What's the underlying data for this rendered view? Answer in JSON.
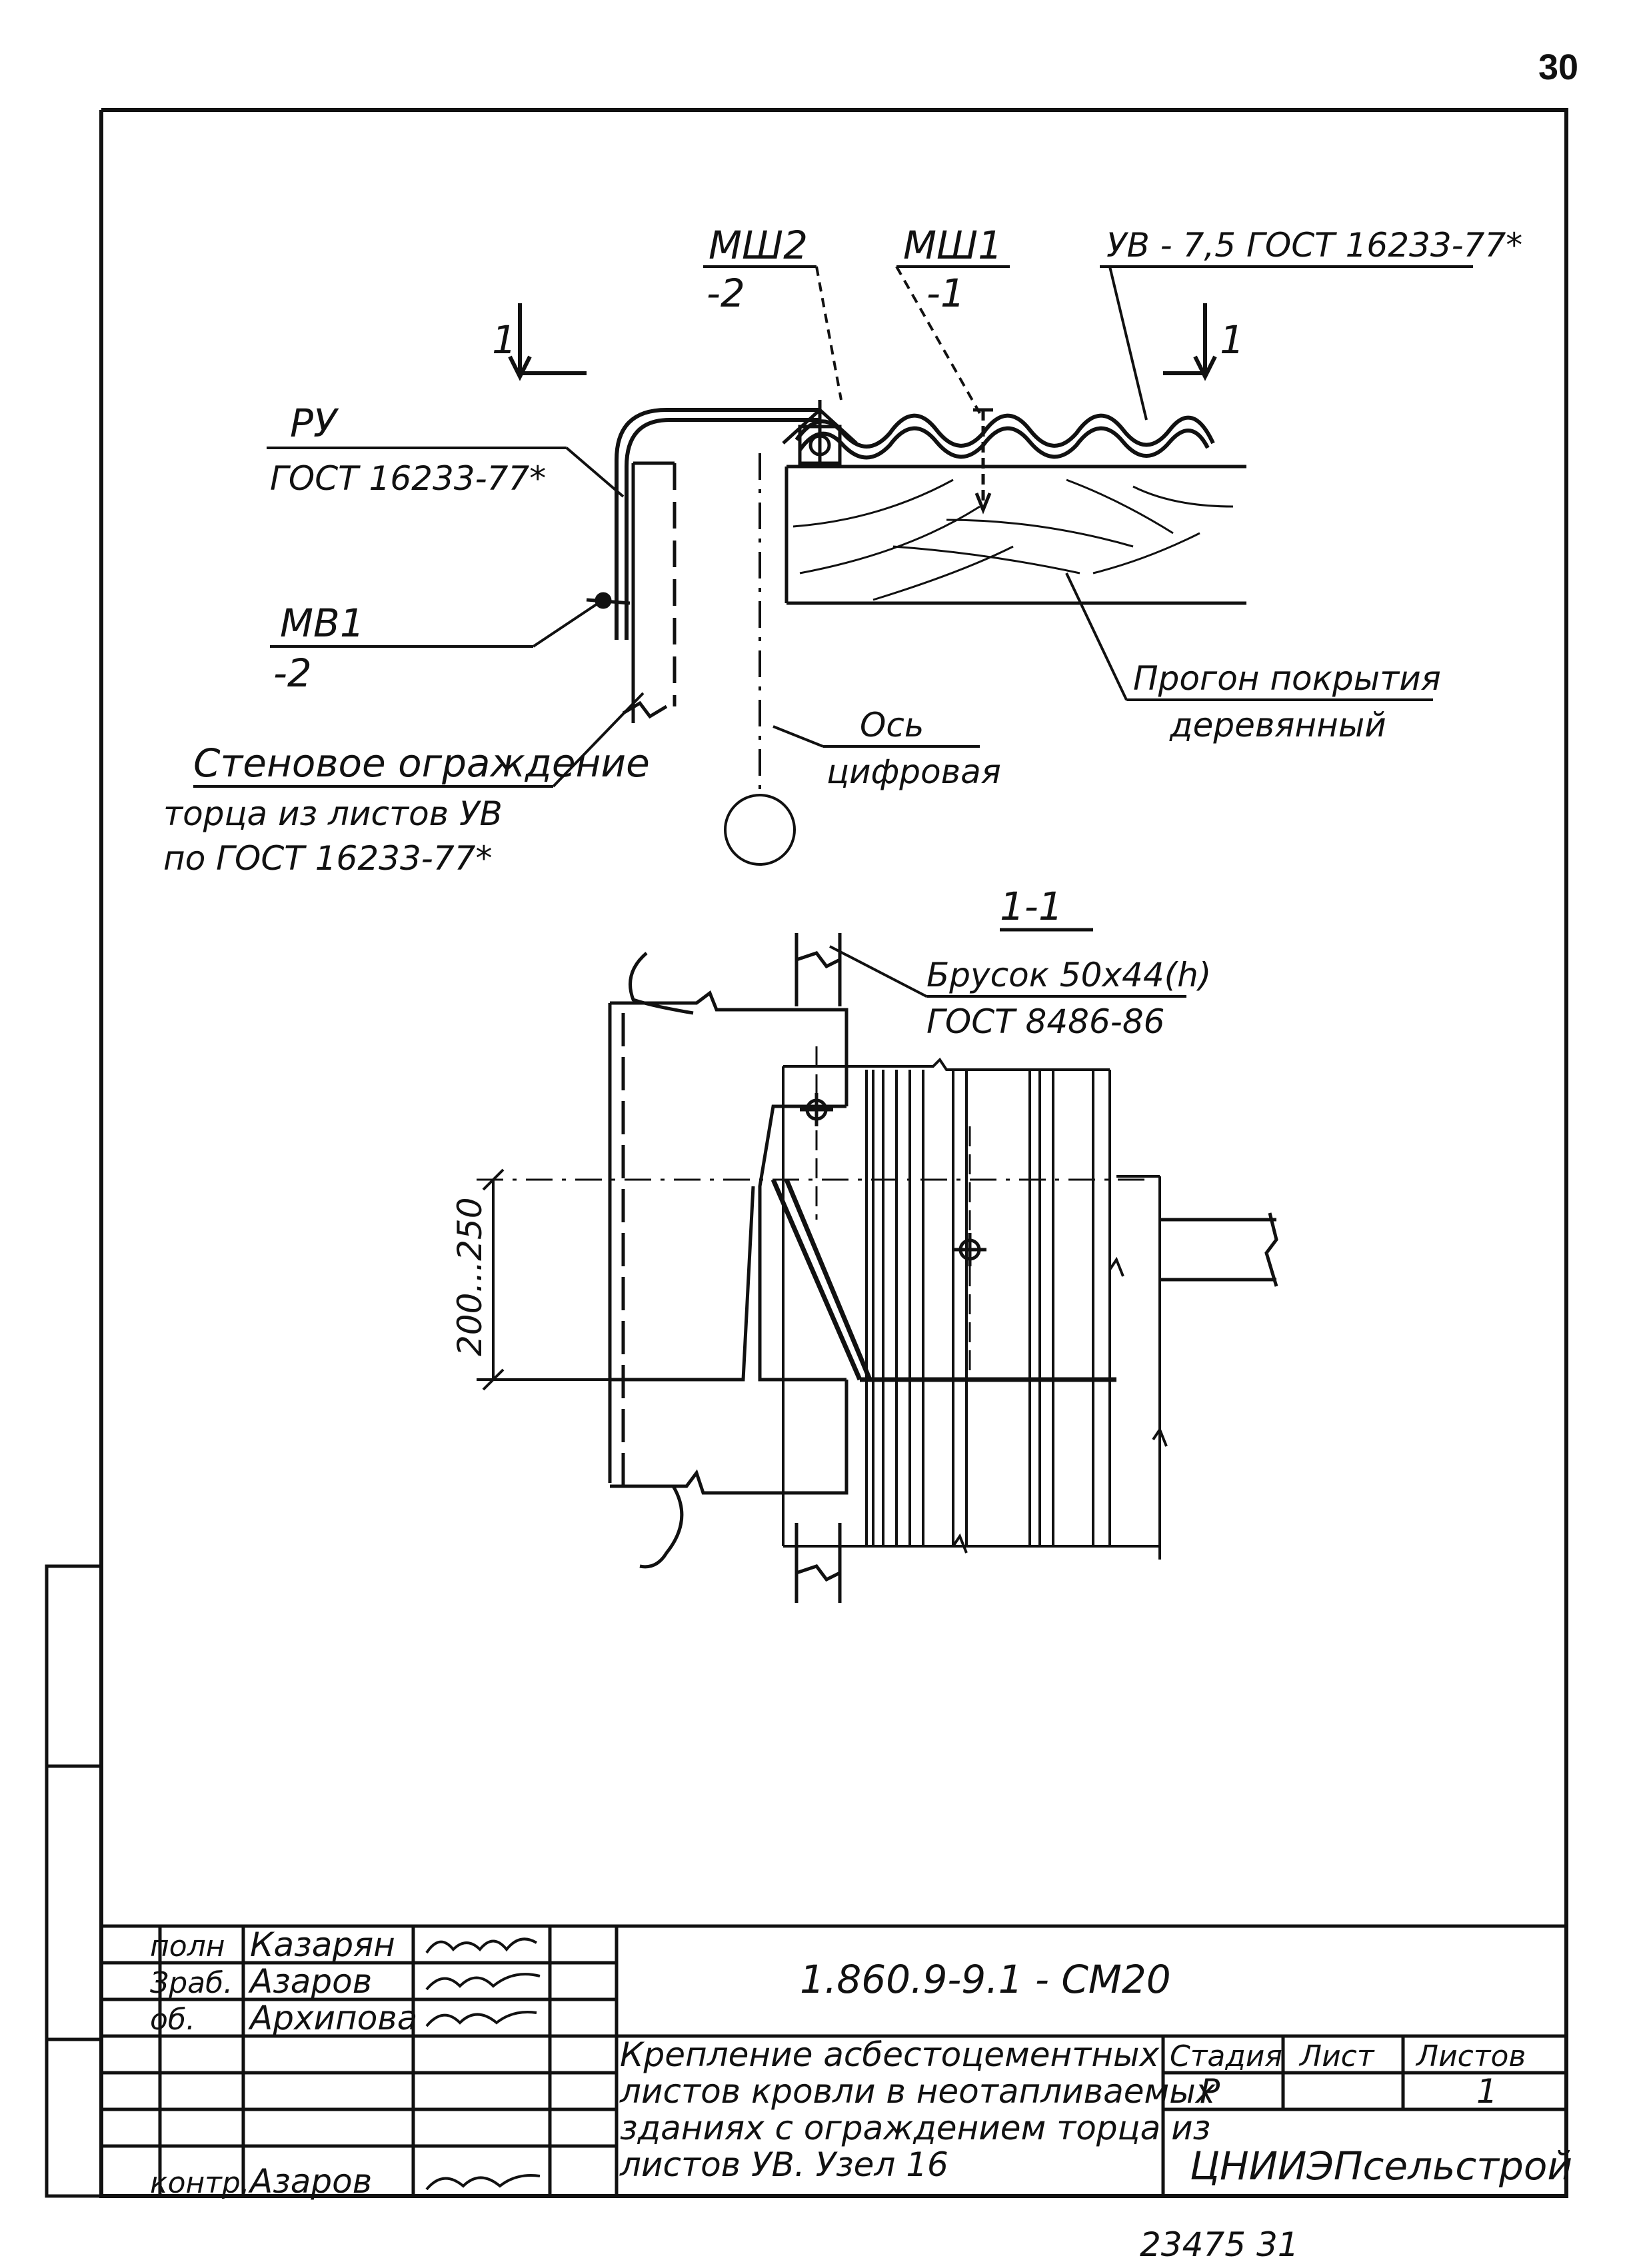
{
  "page_number": "30",
  "top_labels": {
    "msh2": "МШ2",
    "msh2_qty": "-2",
    "msh1": "МШ1",
    "msh1_qty": "-1",
    "uv_sheet": "УВ - 7,5 ГОСТ 16233-77*",
    "section_mark_left": "1",
    "section_mark_right": "1",
    "ru": "РУ",
    "ru_gost": "ГОСТ 16233-77*",
    "mv1": "МВ1",
    "mv1_qty": "-2",
    "wall_line1": "Стеновое ограждение",
    "wall_line2": "торца из листов УВ",
    "wall_line3": "по ГОСТ 16233-77*",
    "purlin_line1": "Прогон покрытия",
    "purlin_line2": "деревянный",
    "axis_line1": "Ось",
    "axis_line2": "цифровая"
  },
  "section": {
    "title": "1-1",
    "beam_line1": "Брусок 50х44(h)",
    "beam_line2": "ГОСТ 8486-86",
    "dimension": "200...250"
  },
  "title_block": {
    "roles": [
      "полн",
      "Зраб.",
      "об.",
      "",
      "",
      "",
      "",
      "контр."
    ],
    "names": [
      "Казарян",
      "Азаров",
      "Архипова",
      "",
      "",
      "",
      "",
      "Азаров"
    ],
    "signatures": [
      "Kasa",
      "Азаров",
      "Архип",
      "",
      "",
      "",
      "",
      "Азаров"
    ],
    "code": "1.860.9-9.1 - СМ20",
    "description": [
      "Крепление асбестоцементных",
      "листов кровли в неотапливаемых",
      "зданиях с ограждением торца из",
      "листов УВ.   Узел 16"
    ],
    "stage_header": "Стадия",
    "sheet_header": "Лист",
    "sheets_header": "Листов",
    "stage_value": "Р",
    "sheet_value": "",
    "sheets_value": "1",
    "organization": "ЦНИИЭПсельстрой"
  },
  "footer_number": "23475   31"
}
